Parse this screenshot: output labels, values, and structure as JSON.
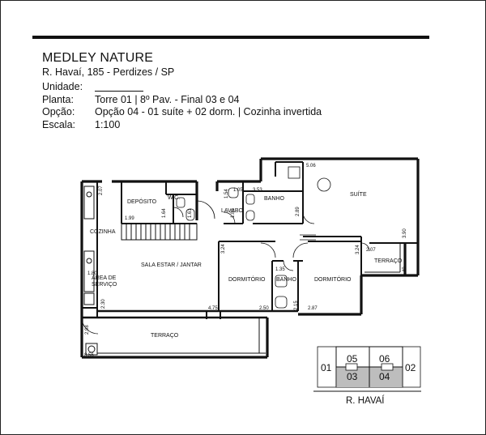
{
  "project": {
    "name": "MEDLEY NATURE",
    "address": "R. Havaí, 185 - Perdizes / SP"
  },
  "info": [
    {
      "label": "Unidade:",
      "value": ""
    },
    {
      "label": "Planta:",
      "value": "Torre 01 | 8º Pav. - Final 03 e 04"
    },
    {
      "label": "Opção:",
      "value": "Opção 04 - 01 suíte + 02 dorm. | Cozinha invertida"
    },
    {
      "label": "Escala:",
      "value": "1:100"
    }
  ],
  "rooms": {
    "deposito": "DEPÓSITO",
    "wc": "W.C.",
    "cozinha": "COZINHA",
    "area_servico_1": "ÁREA DE",
    "area_servico_2": "SERVIÇO",
    "sala": "SALA ESTAR / JANTAR",
    "terraco_main": "TERRAÇO",
    "lavabo": "LAVABO",
    "banho_1": "BANHO",
    "suite": "SUÍTE",
    "terraco_suite": "TERRAÇO",
    "dormitorio_1": "DORMITÓRIO",
    "banho_2": "BANHO",
    "dormitorio_2": "DORMITÓRIO"
  },
  "dimensions": {
    "d_cozinha_top": "2.07",
    "d_deposito": "1.99",
    "d_wc1": "1.64",
    "d_wc2": "1.61",
    "d_lavabo_top": "1.05",
    "d_banho_top": "3.53",
    "d_lavabo_side": "1.54",
    "d_lavabo_side2": "1.81",
    "d_banho_side": "2.89",
    "d_suite_top": "5.06",
    "d_suite_side": "3.90",
    "d_area": "1.80",
    "d_sala_bottom_left": "2.30",
    "d_dorm1_bottom_left": "4.75",
    "d_dorm1_bottom": "2.50",
    "d_dorm1_side": "3.24",
    "d_banho2_top": "1.35",
    "d_banho2_side": "2.15",
    "d_dorm2_bottom": "2.87",
    "d_dorm2_side": "3.24",
    "d_terraco_suite_top": "2.07",
    "d_terraco_suite_side": "1.49",
    "d_terraco_side": "2.98",
    "d_terraco_bottom": "8.56"
  },
  "key_plan": {
    "units": [
      "05",
      "06",
      "03",
      "04"
    ],
    "side_left": "01",
    "side_right": "02",
    "street": "R. HAVAÍ",
    "highlight_color": "#bdbdbd"
  }
}
